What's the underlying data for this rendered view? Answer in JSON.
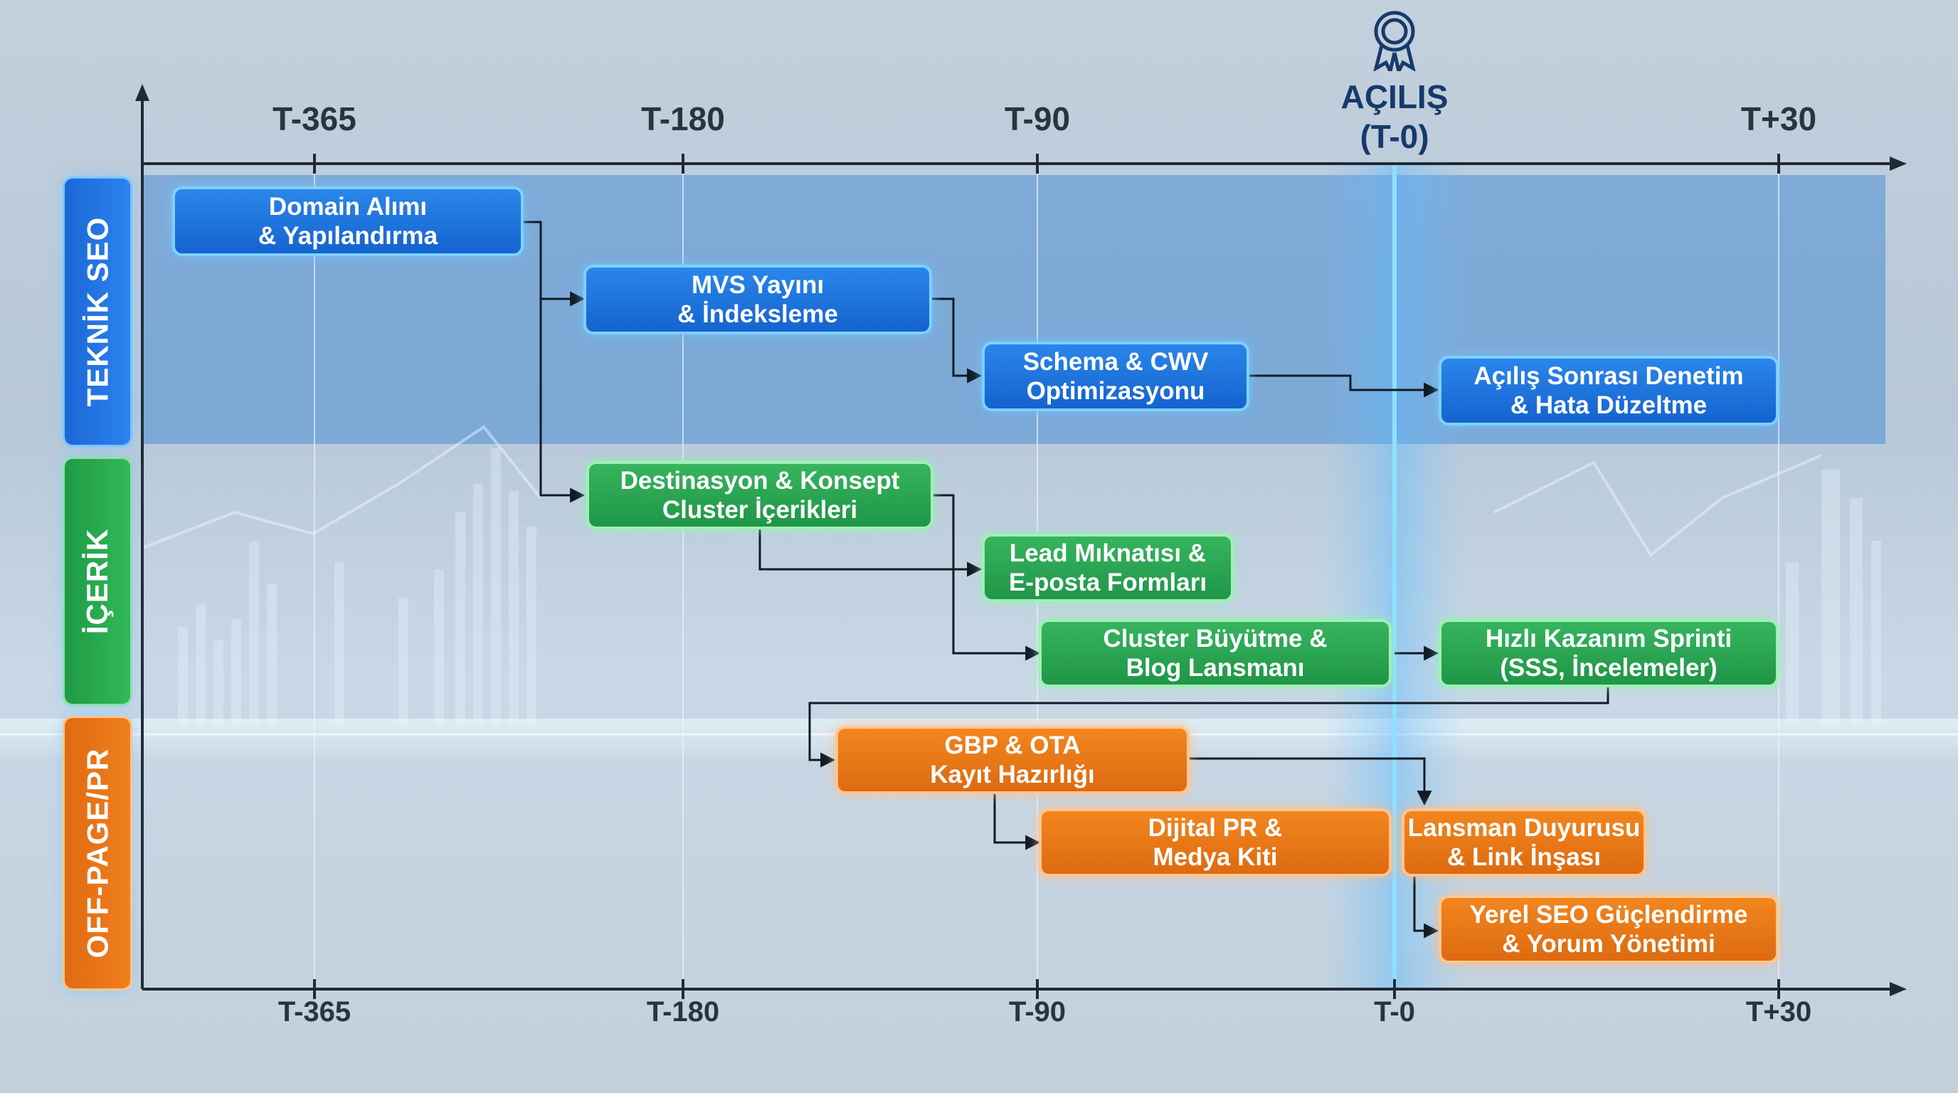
{
  "timeline": {
    "ticks_top": [
      "T-365",
      "T-180",
      "T-90",
      "T+30"
    ],
    "ticks_bottom": [
      "T-365",
      "T-180",
      "T-90",
      "T-0",
      "T+30"
    ],
    "launch_label": [
      "AÇILIŞ",
      "(T-0)"
    ]
  },
  "lanes": {
    "tech": "TEKNİK SEO",
    "content": "İÇERİK",
    "offpage": "OFF-PAGE/PR"
  },
  "tasks": {
    "domain": [
      "Domain Alımı",
      "& Yapılandırma"
    ],
    "mvs": [
      "MVS Yayını",
      "& İndeksleme"
    ],
    "schema": [
      "Schema & CWV",
      "Optimizasyonu"
    ],
    "audit": [
      "Açılış Sonrası Denetim",
      "& Hata Düzeltme"
    ],
    "destination": [
      "Destinasyon & Konsept",
      "Cluster İçerikleri"
    ],
    "lead": [
      "Lead Mıknatısı &",
      "E-posta Formları"
    ],
    "cluster": [
      "Cluster Büyütme &",
      "Blog Lansmanı"
    ],
    "sprint": [
      "Hızlı Kazanım Sprinti",
      "(SSS, İncelemeler)"
    ],
    "gbp": [
      "GBP & OTA",
      "Kayıt Hazırlığı"
    ],
    "pr": [
      "Dijital PR &",
      "Medya Kiti"
    ],
    "announce": [
      "Lansman Duyurusu",
      "& Link İnşası"
    ],
    "local": [
      "Yerel SEO Güçlendirme",
      "& Yorum Yönetimi"
    ]
  },
  "icons": {
    "launch": "award-ribbon-icon"
  },
  "colors": {
    "tech": "#1a6fdc",
    "content": "#24a34e",
    "offpage": "#ea7616",
    "launch_line": "#7ad6ff",
    "axis": "#1f2a36"
  }
}
